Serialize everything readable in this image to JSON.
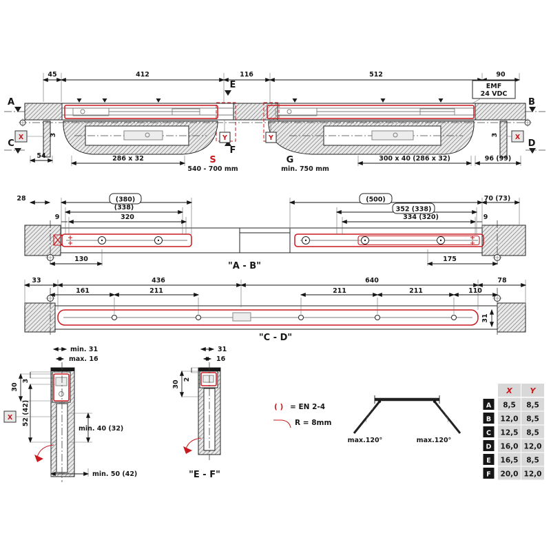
{
  "colors": {
    "accent_red": "#c8191e",
    "line_black": "#161616",
    "hatch_gray": "#9b9b9b",
    "table_cell_gray": "#d8d8d8"
  },
  "top": {
    "dims_top": [
      "45",
      "412",
      "116",
      "512",
      "90"
    ],
    "emf_line1": "EMF",
    "emf_line2": "24 VDC",
    "marks": {
      "A": "A",
      "B": "B",
      "C": "C",
      "D": "D",
      "E": "E",
      "F": "F"
    },
    "x_label": "X",
    "y_label": "Y",
    "gap": "3",
    "dim_54": "54",
    "dim_286": "286 x 32",
    "s": "S",
    "s_range": "540 - 700 mm",
    "g": "G",
    "g_range": "min. 750 mm",
    "dim_300": "300 x 40 (286 x 32)",
    "dim_96": "96 (99)"
  },
  "ab": {
    "title": "\"A - B\"",
    "d28": "28",
    "d380": "(380)",
    "d338": "(338)",
    "d9l": "9",
    "d320": "320",
    "d130": "130",
    "d500": "(500)",
    "d352": "352 (338)",
    "d334": "334 (320)",
    "d9r": "9",
    "d175": "175",
    "d70": "70 (73)"
  },
  "cd": {
    "title": "\"C - D\"",
    "d33": "33",
    "d436": "436",
    "d640": "640",
    "d78": "78",
    "d161": "161",
    "d211a": "211",
    "d211b": "211",
    "d211c": "211",
    "d110": "110",
    "d31": "31"
  },
  "detail1": {
    "min31": "min. 31",
    "max16": "max. 16",
    "d30": "30",
    "d3": "3",
    "d52": "52 (42)",
    "x_label": "X",
    "min40": "min. 40 (32)",
    "min50": "min. 50 (42)"
  },
  "detail2": {
    "d31": "31",
    "d16": "16",
    "d30": "30",
    "d2": "2",
    "title": "\"E - F\""
  },
  "legend": {
    "paren": "( )",
    "en": "= EN 2-4",
    "r": "R = 8mm",
    "angle_l": "max.120°",
    "angle_r": "max.120°"
  },
  "table": {
    "header_x": "X",
    "header_y": "Y",
    "rows": [
      {
        "label": "A",
        "x": "8,5",
        "y": "8,5"
      },
      {
        "label": "B",
        "x": "12,0",
        "y": "8,5"
      },
      {
        "label": "C",
        "x": "12,5",
        "y": "8,5"
      },
      {
        "label": "D",
        "x": "16,0",
        "y": "12,0"
      },
      {
        "label": "E",
        "x": "16,5",
        "y": "8,5"
      },
      {
        "label": "F",
        "x": "20,0",
        "y": "12,0"
      }
    ]
  }
}
